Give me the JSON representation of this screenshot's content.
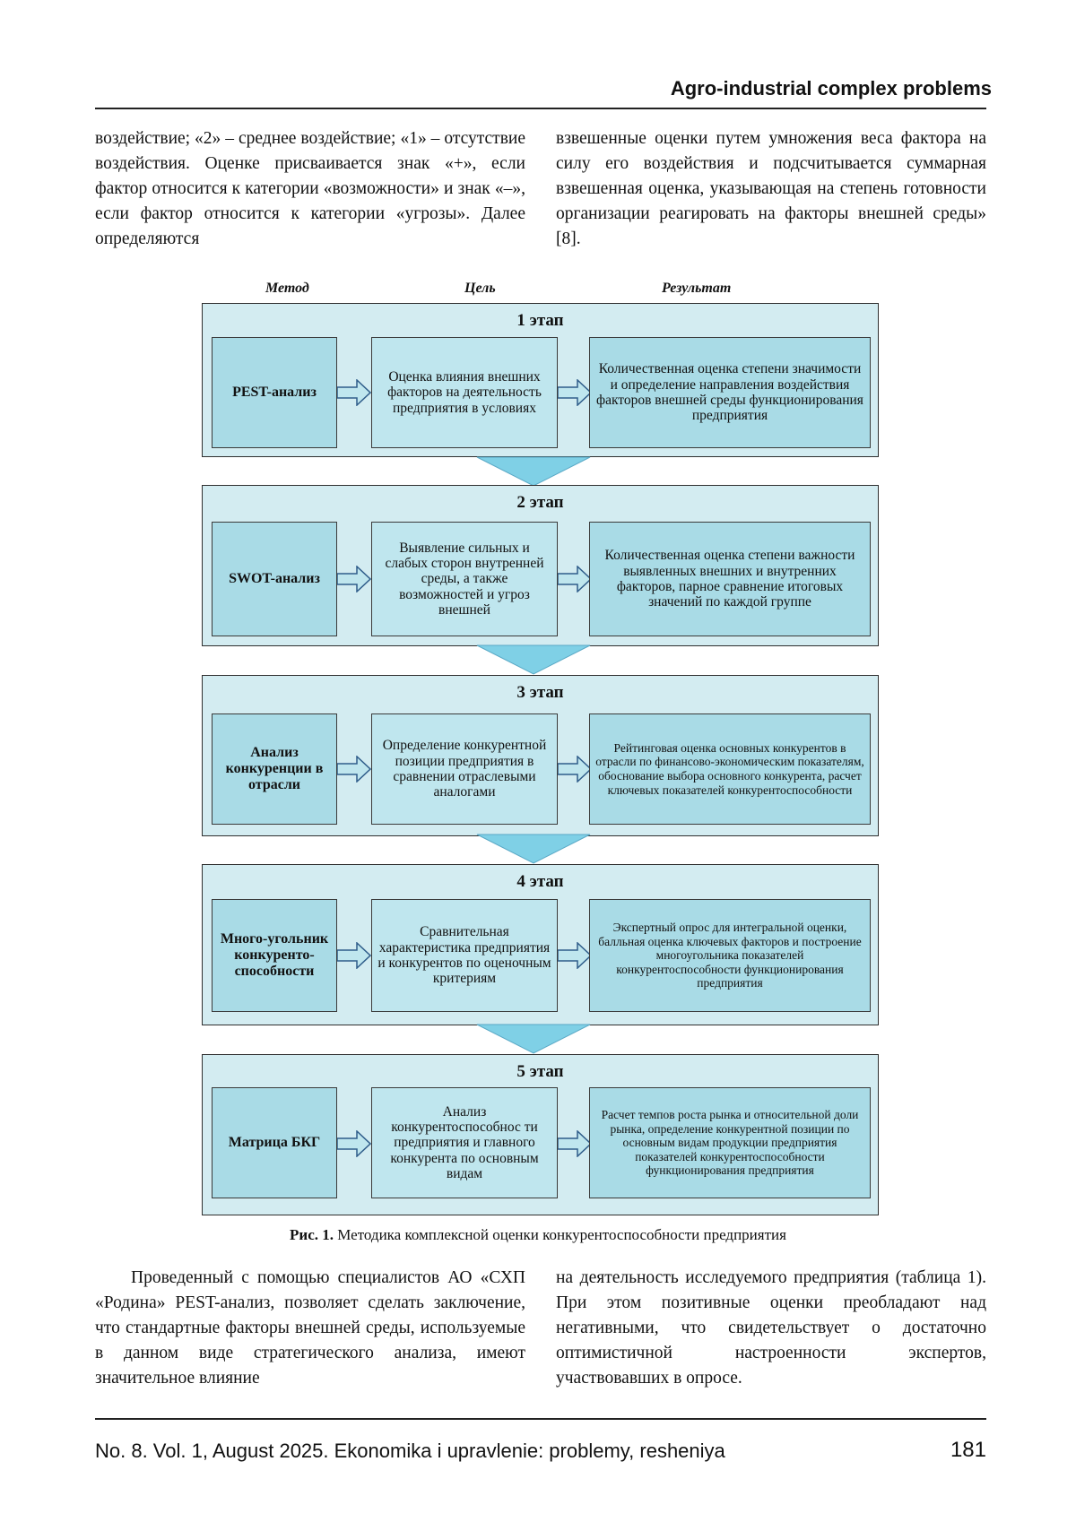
{
  "header": {
    "title": "Agro-industrial complex problems"
  },
  "top_text": {
    "left": "воздействие; «2» – среднее воздействие; «1» – отсутствие воздействия. Оценке присваивает­ся знак «+», если фактор относится к категории «возможности» и знак «–», если фактор относит­ся к категории «угрозы». Далее определяются",
    "right": "взвешенные оценки путем умножения веса фак­тора на силу его воздействия и подсчитывается суммарная взвешенная оценка, указывающая на степень готовности организации реагировать на факторы внешней среды» [8]."
  },
  "figure": {
    "col_headers": {
      "method": "Метод",
      "goal": "Цель",
      "result": "Результат"
    },
    "stages": [
      {
        "title": "1 этап",
        "method": "PEST-анализ",
        "goal": "Оценка влияния внешних факторов на деятельность предприятия в условиях",
        "result": "Количественная оценка степени значимости и определение направления воздействия факторов внешней среды функционирования предприятия"
      },
      {
        "title": "2 этап",
        "method": "SWOT-анализ",
        "goal": "Выявление сильных и слабых сторон внутренней среды, а также возможностей и угроз внешней",
        "result": "Количественная оценка степени важности выявленных внешних и внутренних факторов, парное сравнение итоговых значений по каждой группе"
      },
      {
        "title": "3 этап",
        "method": "Анализ конкуренции в отрасли",
        "goal": "Определение конкурентной позиции предприятия в сравнении отраслевыми аналогами",
        "result": "Рейтинговая оценка основных конкурентов в отрасли по финансово-экономическим показателям, обоснование выбора основного конкурента, расчет ключевых показателей конкурентоспособности"
      },
      {
        "title": "4 этап",
        "method": "Много-угольник конкуренто-способности",
        "goal": "Сравнительная характеристика предприятия и конкурентов по оценочным критериям",
        "result": "Экспертный опрос для интегральной оценки, балльная оценка ключевых факторов и построение многоугольника показателей конкурентоспособности функционирования предприятия"
      },
      {
        "title": "5 этап",
        "method": "Матрица БКГ",
        "goal": "Анализ конкурентоспособнос ти предприятия и главного конкурента по основным видам",
        "result": "Расчет темпов роста рынка и относительной доли рынка, определение конкурентной позиции по основным видам продукции предприятия показателей конкурентоспособности функционирования предприятия"
      }
    ],
    "caption_label": "Рис. 1.",
    "caption_text": " Методика комплексной оценки конкурентоспособности предприятия"
  },
  "bottom_text": {
    "left": "Проведенный с помощью специалистов АО «СХП «Родина» PEST-анализ, позволяет сде­лать заключение, что стандартные факторы вне­шней среды, используемые в данном виде страте­гического анализа, имеют значительное влияние",
    "right": "на деятельность исследуемого предприятия (таб­лица 1). При этом позитивные оценки преоб­ладают над негативными, что свидетельствует о достаточно оптимистичной настроенности экс­пертов, участвовавших в опросе."
  },
  "footer": {
    "journal": "No. 8. Vol. 1, August 2025. Ekonomika i upravlenie: problemy, resheniya",
    "page": "181"
  }
}
